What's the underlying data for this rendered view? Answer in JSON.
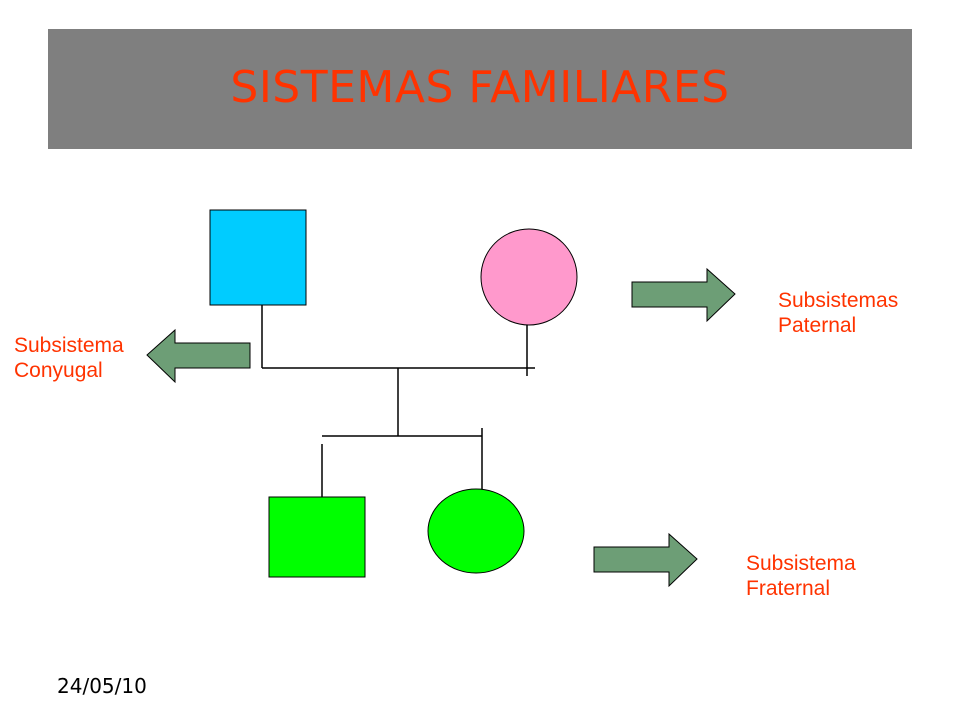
{
  "title": "SISTEMAS FAMILIARES",
  "labels": {
    "conyugal": {
      "line1": "Subsistema",
      "line2": "Conyugal"
    },
    "paternal": {
      "line1": "Subsistemas",
      "line2": "Paternal"
    },
    "fraternal": {
      "line1": "Subsistema",
      "line2": "Fraternal"
    }
  },
  "footer": {
    "date": "24/05/10"
  },
  "colors": {
    "title_bar": "#7f7f7f",
    "title_text": "#ff3300",
    "label_text": "#ff3300",
    "father": "#00ccff",
    "mother": "#ff99cc",
    "son": "#00ff00",
    "daughter": "#00ff00",
    "arrow": "#6d9e76"
  }
}
